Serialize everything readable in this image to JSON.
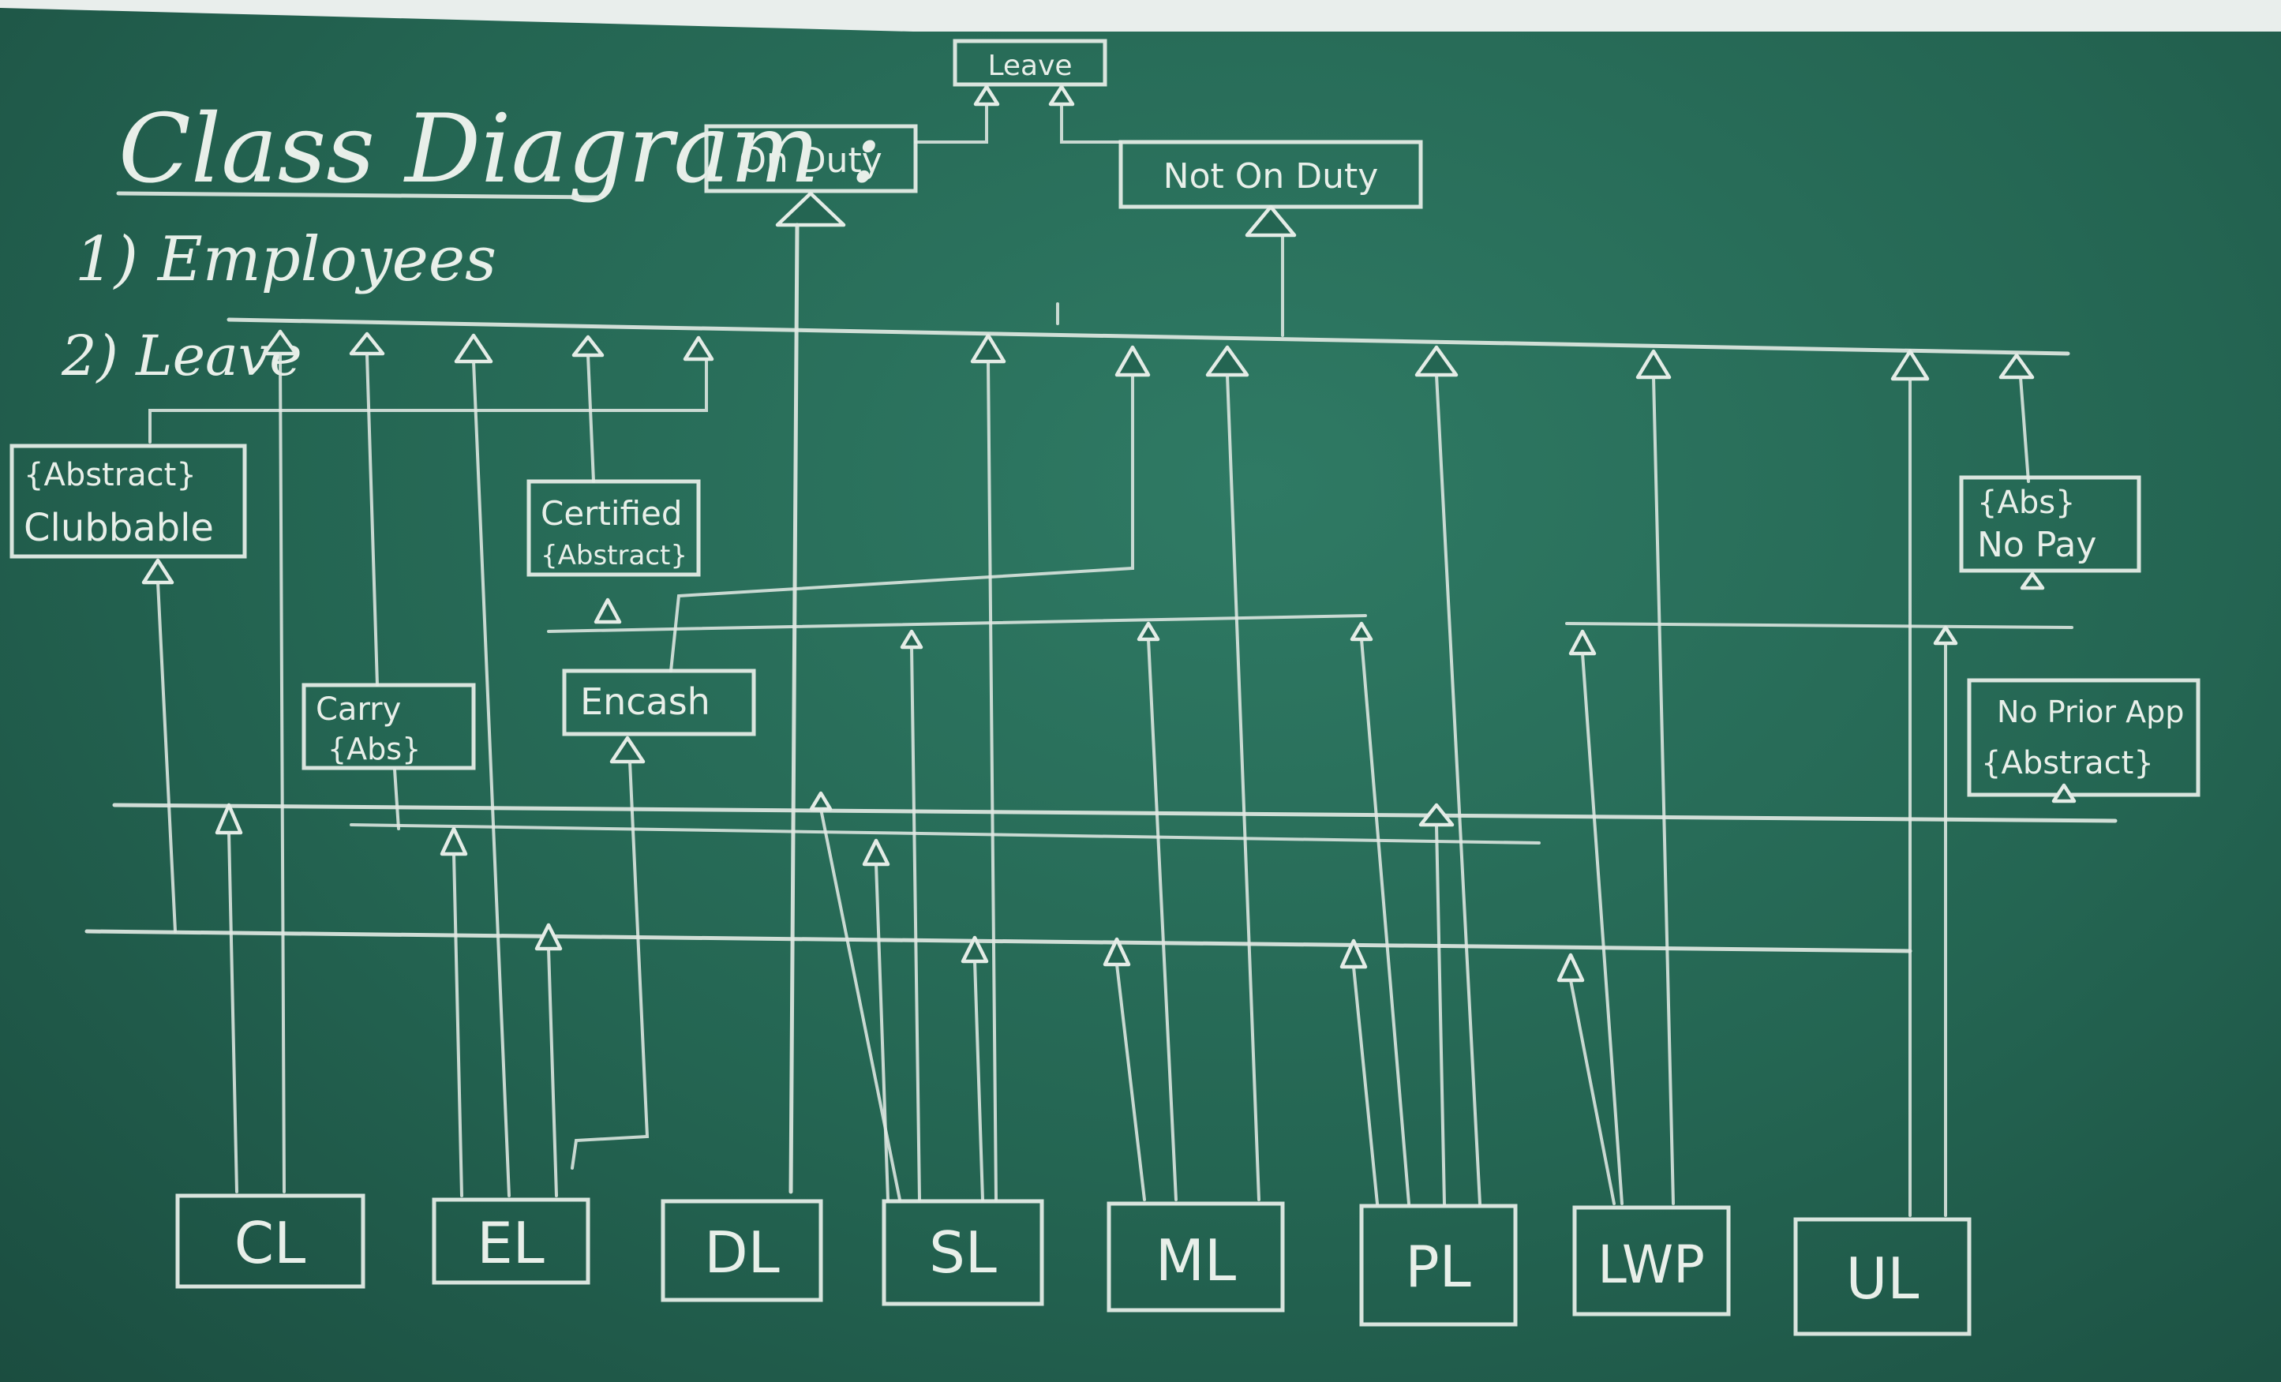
{
  "board": {
    "title": "Class Diagram :",
    "list": [
      "1) Employees",
      "2) Leave"
    ]
  },
  "classes": {
    "leave": "Leave",
    "on_duty": "On Duty",
    "not_on_duty": "Not On Duty",
    "clubbable_stereotype": "{Abstract}",
    "clubbable": "Clubbable",
    "certified": "Certified",
    "certified_stereotype": "{Abstract}",
    "carry": "Carry",
    "carry_stereotype": "{Abs}",
    "encash": "Encash",
    "no_pay_stereotype": "{Abs}",
    "no_pay": "No Pay",
    "no_prior_app": "No Prior App",
    "no_prior_app_stereotype": "{Abstract}"
  },
  "leaf_classes": [
    "CL",
    "EL",
    "DL",
    "SL",
    "ML",
    "PL",
    "LWP",
    "UL"
  ],
  "colors": {
    "board": "#246552",
    "chalk": "#e4ece6"
  }
}
